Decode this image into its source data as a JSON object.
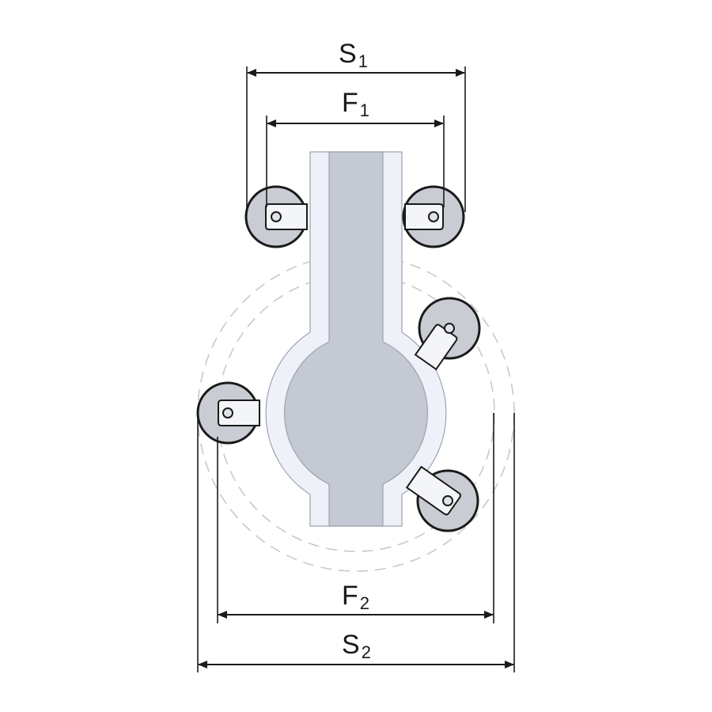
{
  "diagram": {
    "dimensions": [
      {
        "id": "S1",
        "base": "S",
        "sub": "1"
      },
      {
        "id": "F1",
        "base": "F",
        "sub": "1"
      },
      {
        "id": "F2",
        "base": "F",
        "sub": "2"
      },
      {
        "id": "S2",
        "base": "S",
        "sub": "2"
      }
    ]
  }
}
